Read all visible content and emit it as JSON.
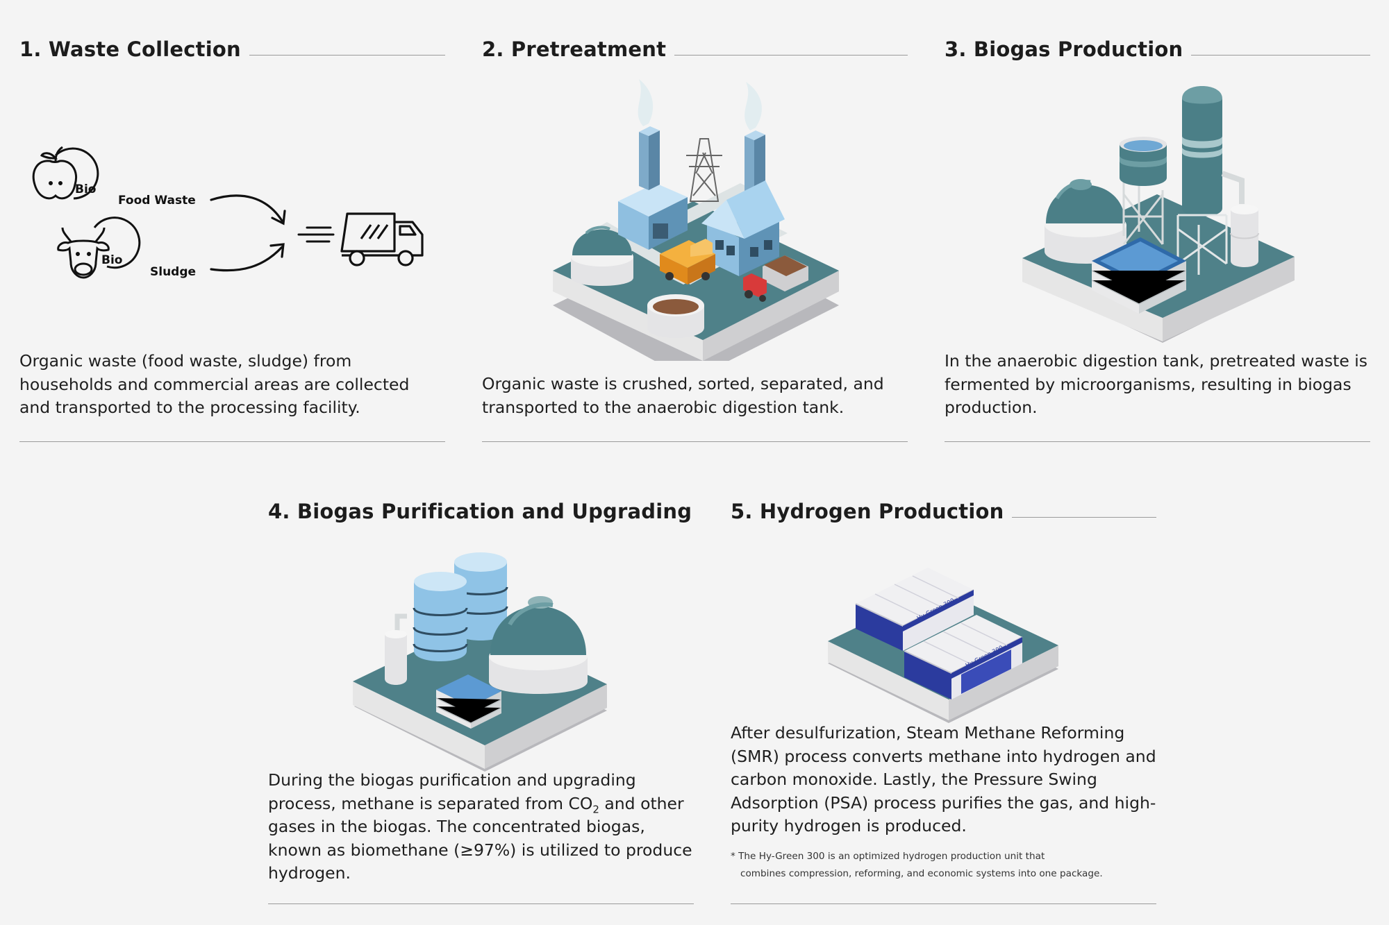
{
  "steps": [
    {
      "title": "1. Waste Collection",
      "description": "Organic waste (food waste, sludge) from households and commercial areas are collected and transported to the processing facility.",
      "labels": {
        "bio": "Bio",
        "food_waste": "Food Waste",
        "sludge": "Sludge"
      }
    },
    {
      "title": "2. Pretreatment",
      "description": "Organic waste is crushed, sorted, separated, and transported to the anaerobic digestion tank."
    },
    {
      "title": "3. Biogas Production",
      "description": "In the anaerobic digestion tank, pretreated waste is fermented by microorganisms, resulting in biogas production."
    },
    {
      "title": "4. Biogas Purification and Upgrading",
      "description_before": "During the biogas purification and upgrading process, methane is separated from CO",
      "description_sub": "2",
      "description_after": " and other gases in the biogas. The concentrated biogas, known as biomethane (≥97%) is utilized to produce hydrogen."
    },
    {
      "title": "5. Hydrogen Production",
      "description": "After desulfurization, Steam Methane Reforming (SMR) process converts methane into hydrogen and carbon monoxide. Lastly, the Pressure Swing Adsorption (PSA) process purifies the gas, and high-purity hydrogen is produced.",
      "unit_label": "Hy-Green 300",
      "footnote_line1": "* The Hy-Green 300 is an optimized hydrogen production unit that",
      "footnote_line2": "combines compression, reforming, and economic systems into one package."
    }
  ],
  "colors": {
    "teal": "#4b7f87",
    "teal_dark": "#3a676e",
    "teal_light": "#6d9ea4",
    "plate_top": "#50838a",
    "plate_side": "#d8d8d8",
    "shadow": "#b9b9bd",
    "light_blue": "#a9d3ef",
    "navy": "#2b3b9e",
    "orange": "#f0a12f",
    "red": "#d83a3a",
    "soil": "#8b5a3c"
  }
}
